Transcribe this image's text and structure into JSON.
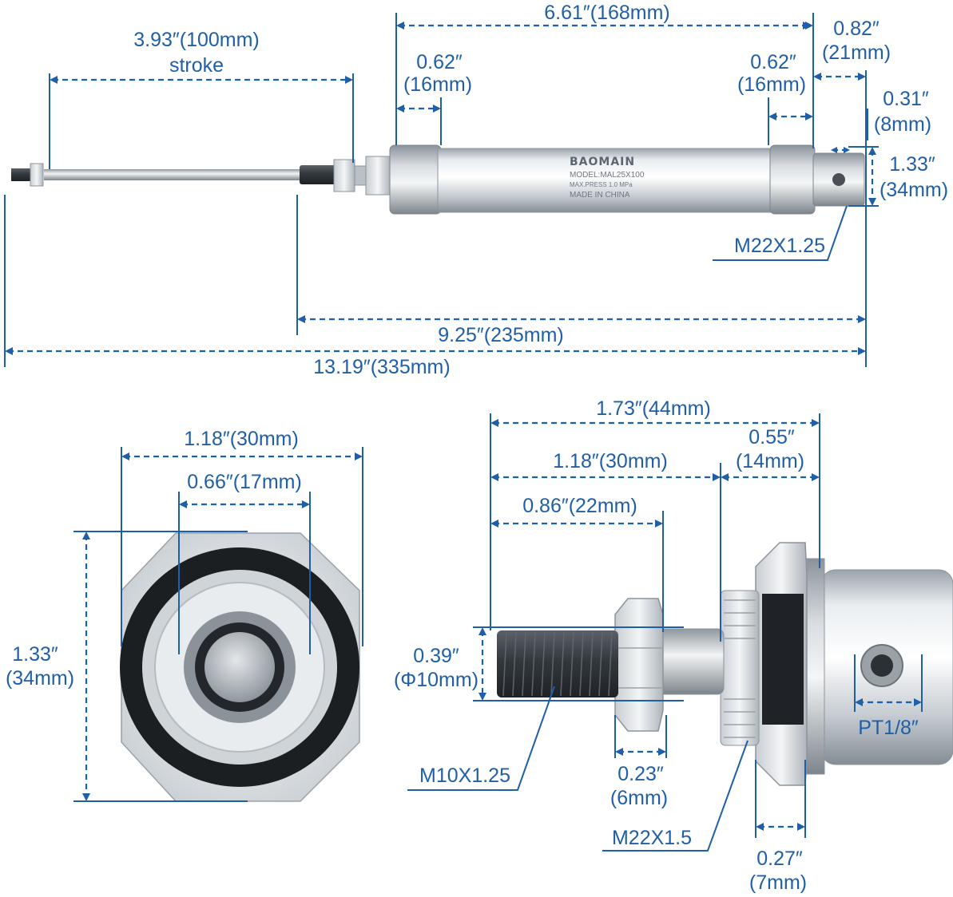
{
  "product": {
    "brand": "BAOMAIN",
    "model": "MODEL:MAL25X100",
    "pressure": "MAX.PRESS 1.0 MPa",
    "origin": "MADE IN CHINA"
  },
  "side_view": {
    "stroke_value": "3.93″(100mm)",
    "stroke_label": "stroke",
    "body_length": "6.61″(168mm)",
    "end_cap_front": "0.62″",
    "end_cap_front_mm": "(16mm)",
    "end_cap_rear": "0.62″",
    "end_cap_rear_mm": "(16mm)",
    "clevis_length": "0.82″",
    "clevis_length_mm": "(21mm)",
    "pin_hole": "0.31″",
    "pin_hole_mm": "(8mm)",
    "body_diameter": "1.33″",
    "body_diameter_mm": "(34mm)",
    "rear_thread": "M22X1.25",
    "retracted_length": "9.25″(235mm)",
    "total_length": "13.19″(335mm)"
  },
  "front_view": {
    "hex_width": "1.18″(30mm)",
    "rod_nut": "0.66″(17mm)",
    "height": "1.33″",
    "height_mm": "(34mm)"
  },
  "detail_view": {
    "front_length": "1.73″(44mm)",
    "nut_to_rod": "1.18″(30mm)",
    "gland": "0.55″",
    "gland_mm": "(14mm)",
    "thread_length": "0.86″(22mm)",
    "rod_diameter": "0.39″",
    "rod_diameter_mm": "(Φ10mm)",
    "rod_thread": "M10X1.25",
    "nut_thickness": "0.23″",
    "nut_thickness_mm": "(6mm)",
    "mount_thread": "M22X1.5",
    "mount_nut": "0.27″",
    "mount_nut_mm": "(7mm)",
    "port": "PT1/8″"
  }
}
